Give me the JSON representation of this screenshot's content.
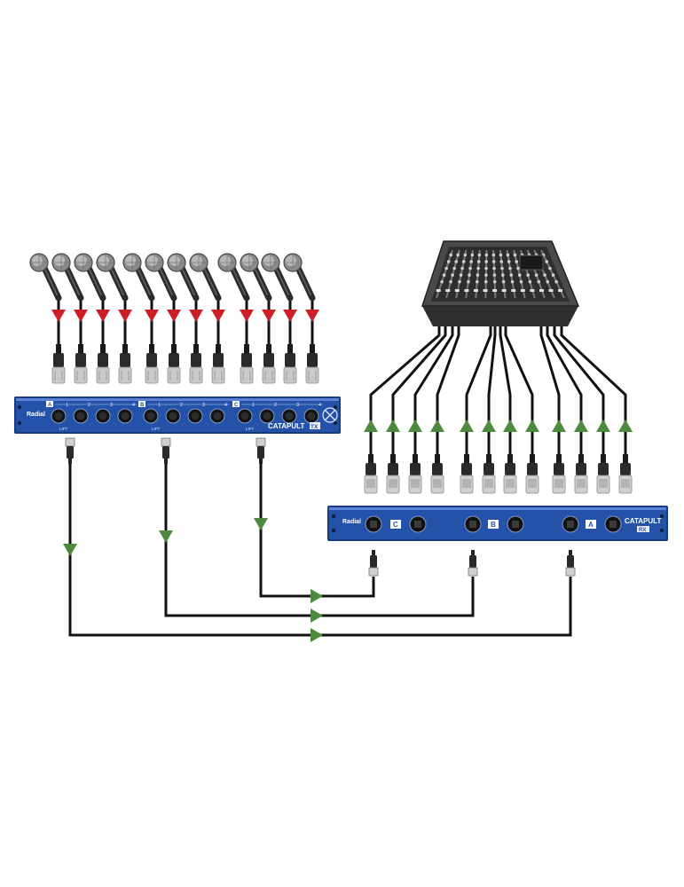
{
  "tx_unit": {
    "brand": "Radial",
    "name": "CATAPULT",
    "model_badge": "TX",
    "groups": [
      {
        "label": "A",
        "channels": [
          "1",
          "2",
          "3",
          "4"
        ]
      },
      {
        "label": "B",
        "channels": [
          "1",
          "2",
          "3",
          "4"
        ]
      },
      {
        "label": "C",
        "channels": [
          "1",
          "2",
          "3",
          "4"
        ]
      }
    ],
    "lift_label": "LIFT"
  },
  "rx_unit": {
    "brand": "Radial",
    "name": "CATAPULT",
    "model_badge": "RX",
    "ports": [
      {
        "label": "C"
      },
      {
        "label": "B"
      },
      {
        "label": "A"
      }
    ]
  },
  "microphone_count": 12,
  "colors": {
    "rack_blue": "#2452a8",
    "rack_dark": "#173a80",
    "arrow_red": "#cc1f26",
    "arrow_green": "#4e8a3e",
    "cable": "#111111",
    "mixer": "#3a3a3a"
  },
  "icons": {
    "mic": "handheld-microphone-icon",
    "xlr_male": "xlr-male-connector-icon",
    "xlr_female": "xlr-female-connector-icon",
    "rj45": "rj45-ethernet-connector-icon",
    "mixer": "audio-mixer-icon"
  }
}
